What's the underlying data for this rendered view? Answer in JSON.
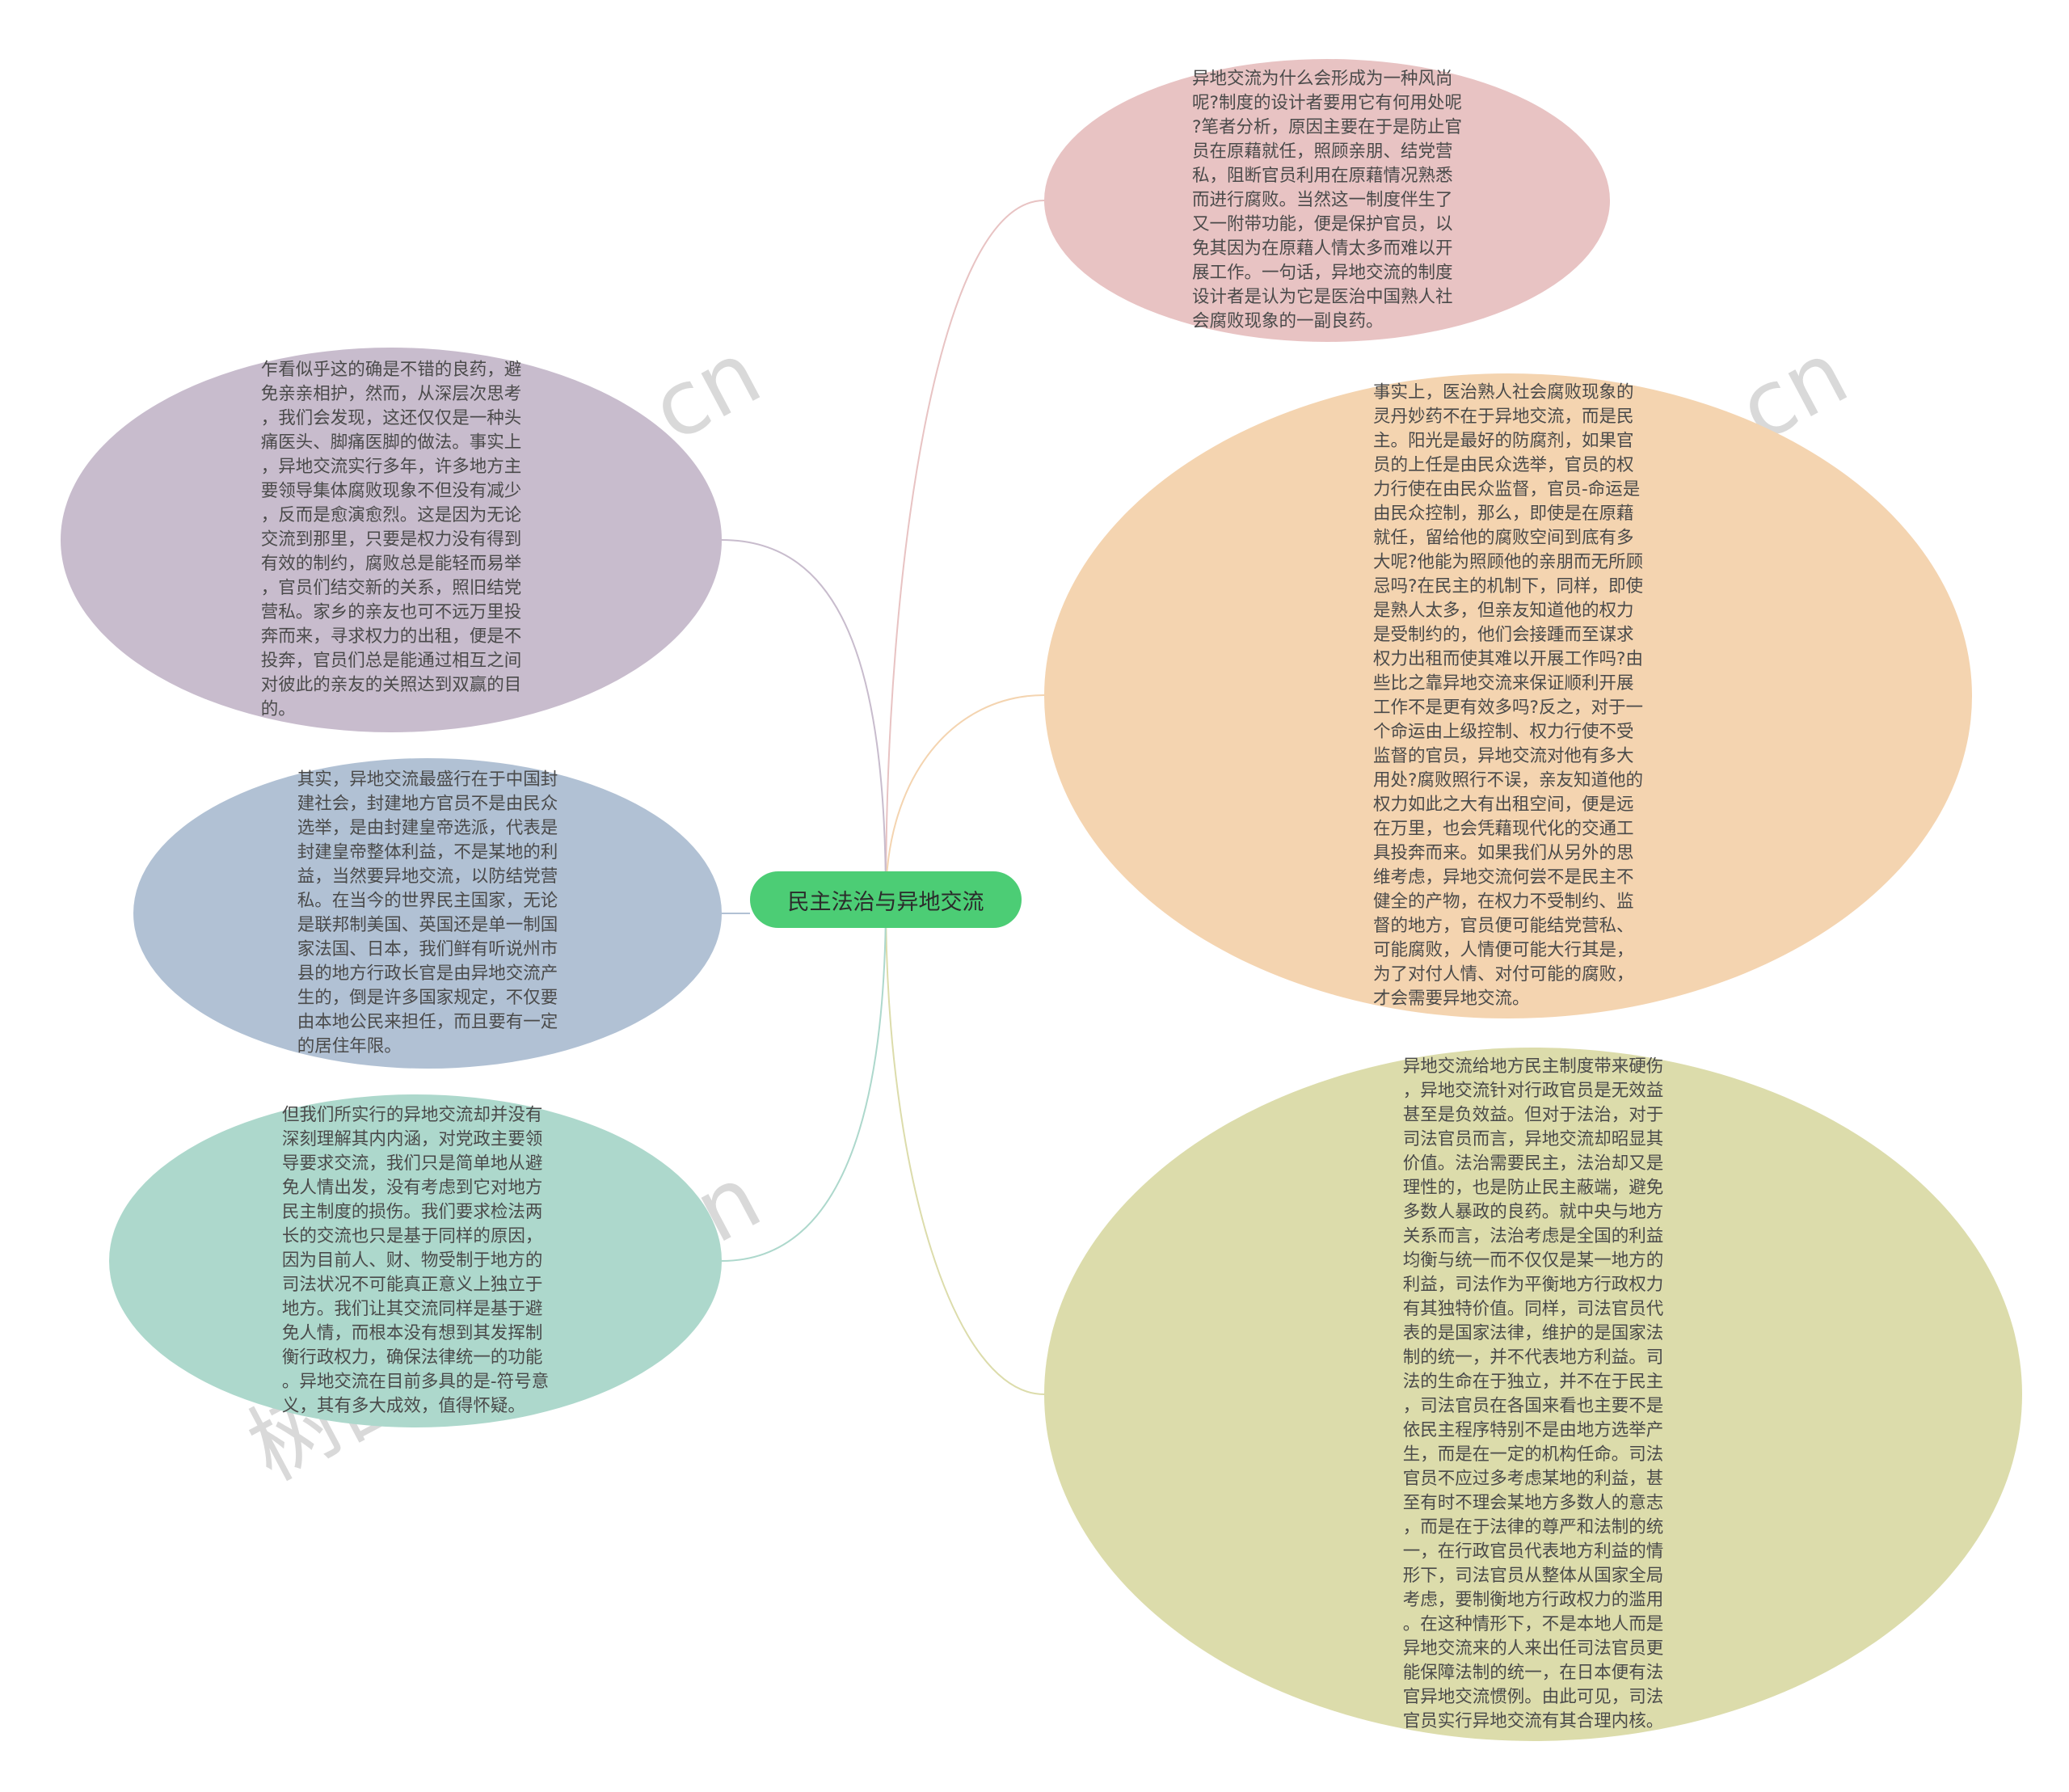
{
  "root": {
    "label": "民主法治与异地交流",
    "color": "#4ccd75"
  },
  "nodes": [
    {
      "id": "pink",
      "color": "#e8c3c3",
      "text": "异地交流为什么会形成为一种风尚\n呢?制度的设计者要用它有何用处呢\n?笔者分析，原因主要在于是防止官\n员在原藉就任，照顾亲朋、结党营\n私，阻断官员利用在原藉情况熟悉\n而进行腐败。当然这一制度伴生了\n又一附带功能，便是保护官员，以\n免其因为在原藉人情太多而难以开\n展工作。一句话，异地交流的制度\n设计者是认为它是医治中国熟人社\n会腐败现象的一副良药。"
    },
    {
      "id": "peach",
      "color": "#f4d4b0",
      "text": "事实上，医治熟人社会腐败现象的\n灵丹妙药不在于异地交流，而是民\n主。阳光是最好的防腐剂，如果官\n员的上任是由民众选举，官员的权\n力行使在由民众监督，官员-命运是\n由民众控制，那么，即使是在原藉\n就任，留给他的腐败空间到底有多\n大呢?他能为照顾他的亲朋而无所顾\n忌吗?在民主的机制下，同样，即使\n是熟人太多，但亲友知道他的权力\n是受制约的，他们会接踵而至谋求\n权力出租而使其难以开展工作吗?由\n些比之靠异地交流来保证顺利开展\n工作不是更有效多吗?反之，对于一\n个命运由上级控制、权力行使不受\n监督的官员，异地交流对他有多大\n用处?腐败照行不误，亲友知道他的\n权力如此之大有出租空间，便是远\n在万里，也会凭藉现代化的交通工\n具投奔而来。如果我们从另外的思\n维考虑，异地交流何尝不是民主不\n健全的产物，在权力不受制约、监\n督的地方，官员便可能结党营私、\n可能腐败，人情便可能大行其是，\n为了对付人情、对付可能的腐败，\n才会需要异地交流。"
    },
    {
      "id": "olive",
      "color": "#dcdcab",
      "text": "异地交流给地方民主制度带来硬伤\n，异地交流针对行政官员是无效益\n甚至是负效益。但对于法治，对于\n司法官员而言，异地交流却昭显其\n价值。法治需要民主，法治却又是\n理性的，也是防止民主蔽端，避免\n多数人暴政的良药。就中央与地方\n关系而言，法治考虑是全国的利益\n均衡与统一而不仅仅是某一地方的\n利益，司法作为平衡地方行政权力\n有其独特价值。同样，司法官员代\n表的是国家法律，维护的是国家法\n制的统一，并不代表地方利益。司\n法的生命在于独立，并不在于民主\n，司法官员在各国来看也主要不是\n依民主程序特别不是由地方选举产\n生，而是在一定的机构任命。司法\n官员不应过多考虑某地的利益，甚\n至有时不理会某地方多数人的意志\n，而是在于法律的尊严和法制的统\n一，在行政官员代表地方利益的情\n形下，司法官员从整体从国家全局\n考虑，要制衡地方行政权力的滥用\n。在这种情形下，不是本地人而是\n异地交流来的人来出任司法官员更\n能保障法制的统一，在日本便有法\n官异地交流惯例。由此可见，司法\n官员实行异地交流有其合理内核。"
    },
    {
      "id": "purple",
      "color": "#c8bccd",
      "text": "乍看似乎这的确是不错的良药，避\n免亲亲相护，然而，从深层次思考\n，我们会发现，这还仅仅是一种头\n痛医头、脚痛医脚的做法。事实上\n，异地交流实行多年，许多地方主\n要领导集体腐败现象不但没有减少\n，反而是愈演愈烈。这是因为无论\n交流到那里，只要是权力没有得到\n有效的制约，腐败总是能轻而易举\n，官员们结交新的关系，照旧结党\n营私。家乡的亲友也可不远万里投\n奔而来，寻求权力的出租，便是不\n投奔，官员们总是能通过相互之间\n对彼此的亲友的关照达到双赢的目\n的。"
    },
    {
      "id": "blue",
      "color": "#b1c1d4",
      "text": "其实，异地交流最盛行在于中国封\n建社会，封建地方官员不是由民众\n选举，是由封建皇帝选派，代表是\n封建皇帝整体利益，不是某地的利\n益，当然要异地交流，以防结党营\n私。在当今的世界民主国家，无论\n是联邦制美国、英国还是单一制国\n家法国、日本，我们鲜有听说州市\n县的地方行政长官是由异地交流产\n生的，倒是许多国家规定，不仅要\n由本地公民来担任，而且要有一定\n的居住年限。"
    },
    {
      "id": "teal",
      "color": "#add8cc",
      "text": "但我们所实行的异地交流却并没有\n深刻理解其内内涵，对党政主要领\n导要求交流，我们只是简单地从避\n免人情出发，没有考虑到它对地方\n民主制度的损伤。我们要求检法两\n长的交流也只是基于同样的原因，\n因为目前人、财、物受制于地方的\n司法状况不可能真正意义上独立于\n地方。我们让其交流同样是基于避\n免人情，而根本没有想到其发挥制\n衡行政权力，确保法律统一的功能\n。异地交流在目前多具的是-符号意\n义，其有多大成效，值得怀疑。"
    }
  ],
  "watermark": "树图shutu.cn"
}
